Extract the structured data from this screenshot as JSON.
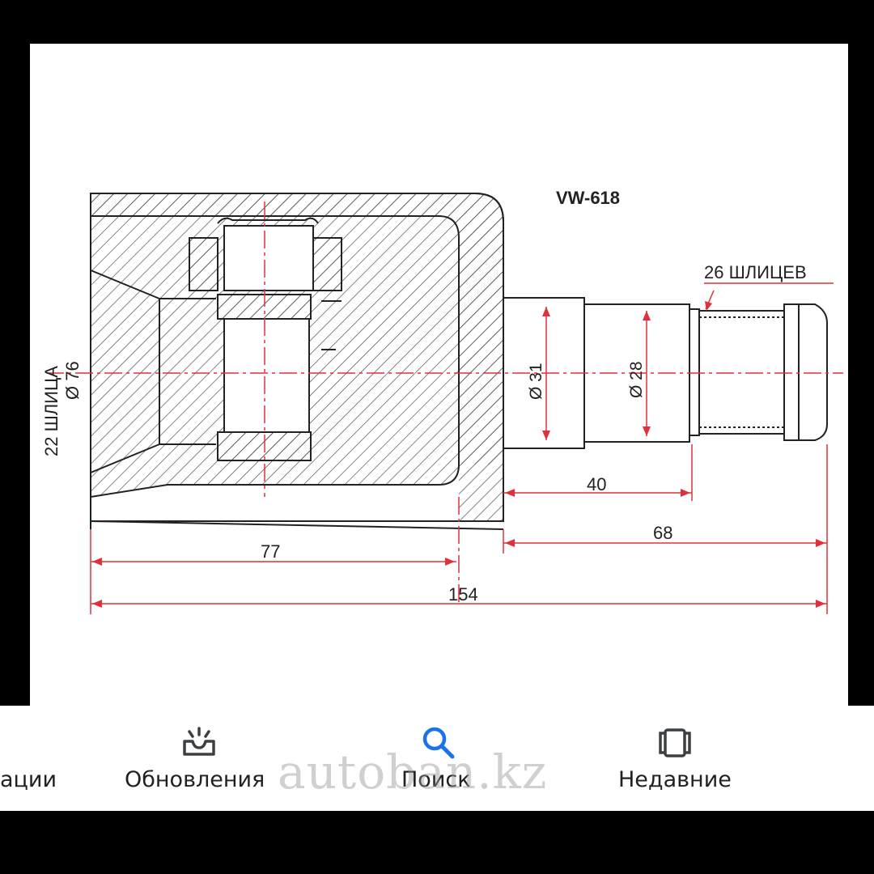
{
  "drawing": {
    "part_number": "VW-618",
    "spline_label_left": "22 ШЛИЦА",
    "diameter_left": "Ø 76",
    "spline_label_right": "26 ШЛИЦЕВ",
    "diameter_31": "Ø 31",
    "diameter_28": "Ø 28",
    "dim_40": "40",
    "dim_68": "68",
    "dim_77": "77",
    "dim_154": "154"
  },
  "tabbar": {
    "tabs": [
      {
        "label": "ации",
        "icon": "collections-icon"
      },
      {
        "label": "Обновления",
        "icon": "updates-inbox-icon"
      },
      {
        "label": "Поиск",
        "icon": "search-icon"
      },
      {
        "label": "Недавние",
        "icon": "recent-icon"
      }
    ]
  },
  "watermark": "autoban.kz",
  "colors": {
    "accent": "#1a73e8",
    "dim_red": "#e0303a",
    "line": "#222222"
  }
}
